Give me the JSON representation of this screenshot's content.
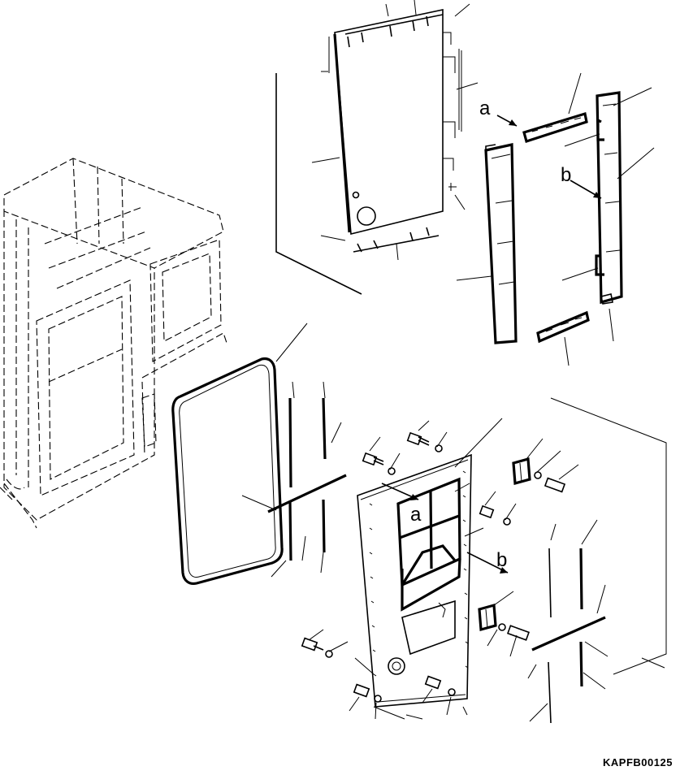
{
  "labels": {
    "callout_a_upper": "a",
    "callout_b_upper": "b",
    "callout_a_lower": "a",
    "callout_b_lower": "b",
    "drawing_code": "KAPFB00125"
  }
}
